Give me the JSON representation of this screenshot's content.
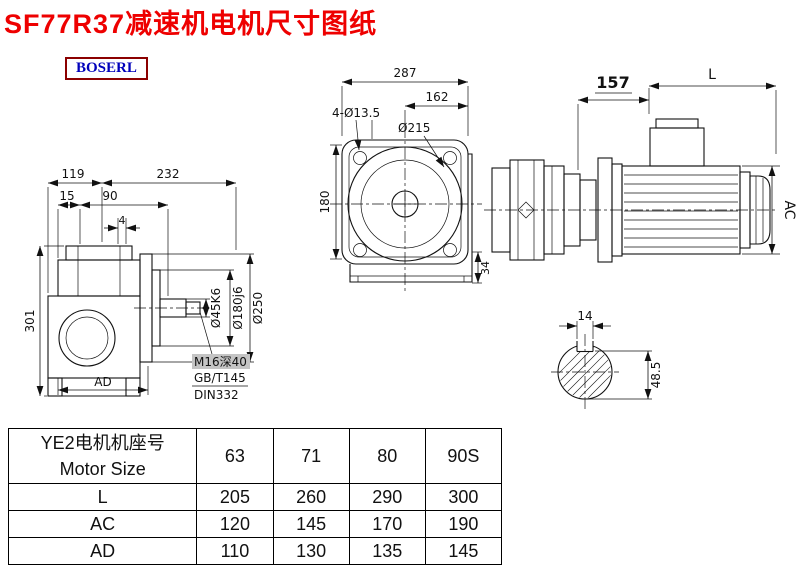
{
  "page": {
    "title": "SF77R37减速机电机尺寸图纸",
    "brand": "BOSERL"
  },
  "views": {
    "left": {
      "w119": "119",
      "w232": "232",
      "w15": "15",
      "w90": "90",
      "w4": "4",
      "h301": "301",
      "ad": "AD",
      "shaft_dia": "Ø45K6",
      "spigot_dia": "Ø180j6",
      "flange_dia": "Ø250",
      "note_tap": "M16深40",
      "note_gb": "GB/T145",
      "note_din": "DIN332"
    },
    "front": {
      "w287": "287",
      "w162": "162",
      "holes": "4-Ø13.5",
      "dia": "Ø215",
      "h180": "180",
      "h34": "34"
    },
    "right": {
      "len157": "157",
      "lenL": "L",
      "ac": "AC",
      "key14": "14",
      "h485": "48.5"
    }
  },
  "table": {
    "header": {
      "line1": "YE2电机机座号",
      "line2": "Motor Size"
    },
    "sizes": [
      "63",
      "71",
      "80",
      "90S"
    ],
    "rows": [
      {
        "label": "L",
        "values": [
          "205",
          "260",
          "290",
          "300"
        ]
      },
      {
        "label": "AC",
        "values": [
          "120",
          "145",
          "170",
          "190"
        ]
      },
      {
        "label": "AD",
        "values": [
          "110",
          "130",
          "135",
          "145"
        ]
      }
    ]
  }
}
